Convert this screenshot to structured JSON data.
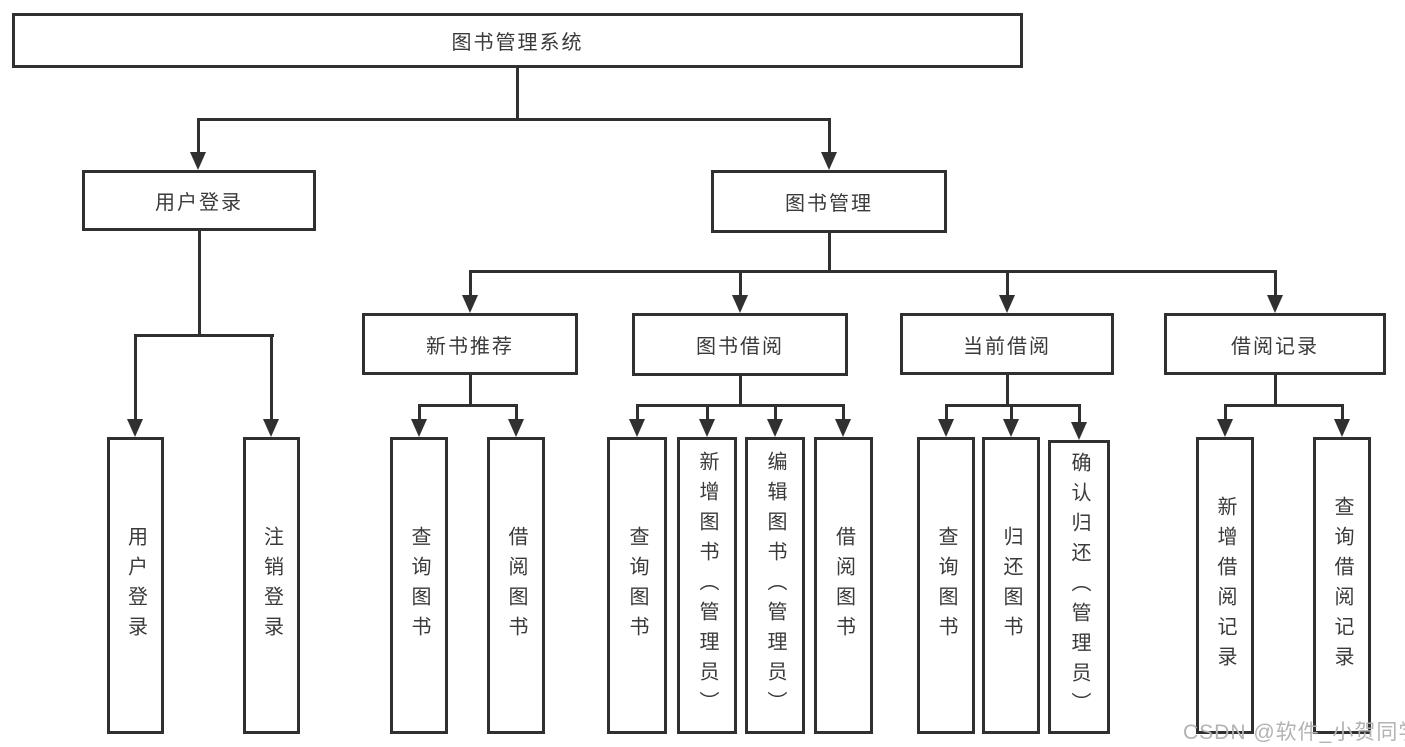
{
  "colors": {
    "line": "#303030",
    "text": "#3a3a3a",
    "watermark": "#b3b3b3",
    "background": "#ffffff"
  },
  "root": {
    "label": "图书管理系统"
  },
  "level2": {
    "login": {
      "label": "用户登录"
    },
    "manage": {
      "label": "图书管理"
    }
  },
  "level3": {
    "recommend": {
      "label": "新书推荐"
    },
    "borrow": {
      "label": "图书借阅"
    },
    "current": {
      "label": "当前借阅"
    },
    "records": {
      "label": "借阅记录"
    }
  },
  "leaves": {
    "login": [
      "用户登录",
      "注销登录"
    ],
    "recommend": [
      "查询图书",
      "借阅图书"
    ],
    "borrow": [
      "查询图书",
      "新增图书（管理员）",
      "编辑图书（管理员）",
      "借阅图书"
    ],
    "current": [
      "查询图书",
      "归还图书",
      "确认归还（管理员）"
    ],
    "records": [
      "新增借阅记录",
      "查询借阅记录"
    ]
  },
  "watermark": {
    "text": "CSDN @软件_小贺同学"
  }
}
